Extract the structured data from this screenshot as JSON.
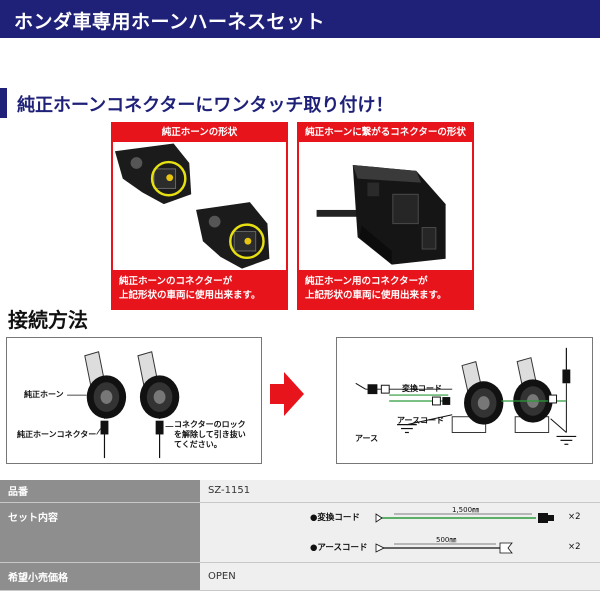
{
  "header": {
    "title": "ホンダ車専用ホーンハーネスセット"
  },
  "subheading": {
    "text": "純正ホーンコネクターにワンタッチ取り付け！"
  },
  "panels": [
    {
      "title": "純正ホーンの形状",
      "caption_line1": "純正ホーンのコネクターが",
      "caption_line2": "上記形状の車両に使用出来ます。"
    },
    {
      "title": "純正ホーンに繋がるコネクターの形状",
      "caption_line1": "純正ホーン用のコネクターが",
      "caption_line2": "上記形状の車両に使用出来ます。"
    }
  ],
  "connection": {
    "title": "接続方法",
    "left": {
      "label_horn": "純正ホーン",
      "label_connector": "純正ホーンコネクター",
      "note_line1": "コネクターのロック",
      "note_line2": "を解除して引き抜い",
      "note_line3": "てください。"
    },
    "right": {
      "label_conversion": "変換コード",
      "label_ground_cord": "アースコード",
      "label_ground": "アース"
    }
  },
  "spec": {
    "rows": [
      {
        "key": "品番",
        "value": "SZ-1151"
      },
      {
        "key": "セット内容"
      },
      {
        "key": "希望小売価格",
        "value": "OPEN"
      }
    ],
    "set_items": [
      {
        "label": "●変換コード",
        "length": "1,500㎜",
        "qty": "×2"
      },
      {
        "label": "●アースコード",
        "length": "500㎜",
        "qty": "×2"
      }
    ]
  },
  "colors": {
    "banner": "#1f2178",
    "accent_red": "#e8141c",
    "table_key": "#8e8e8e",
    "table_val": "#efefef"
  }
}
